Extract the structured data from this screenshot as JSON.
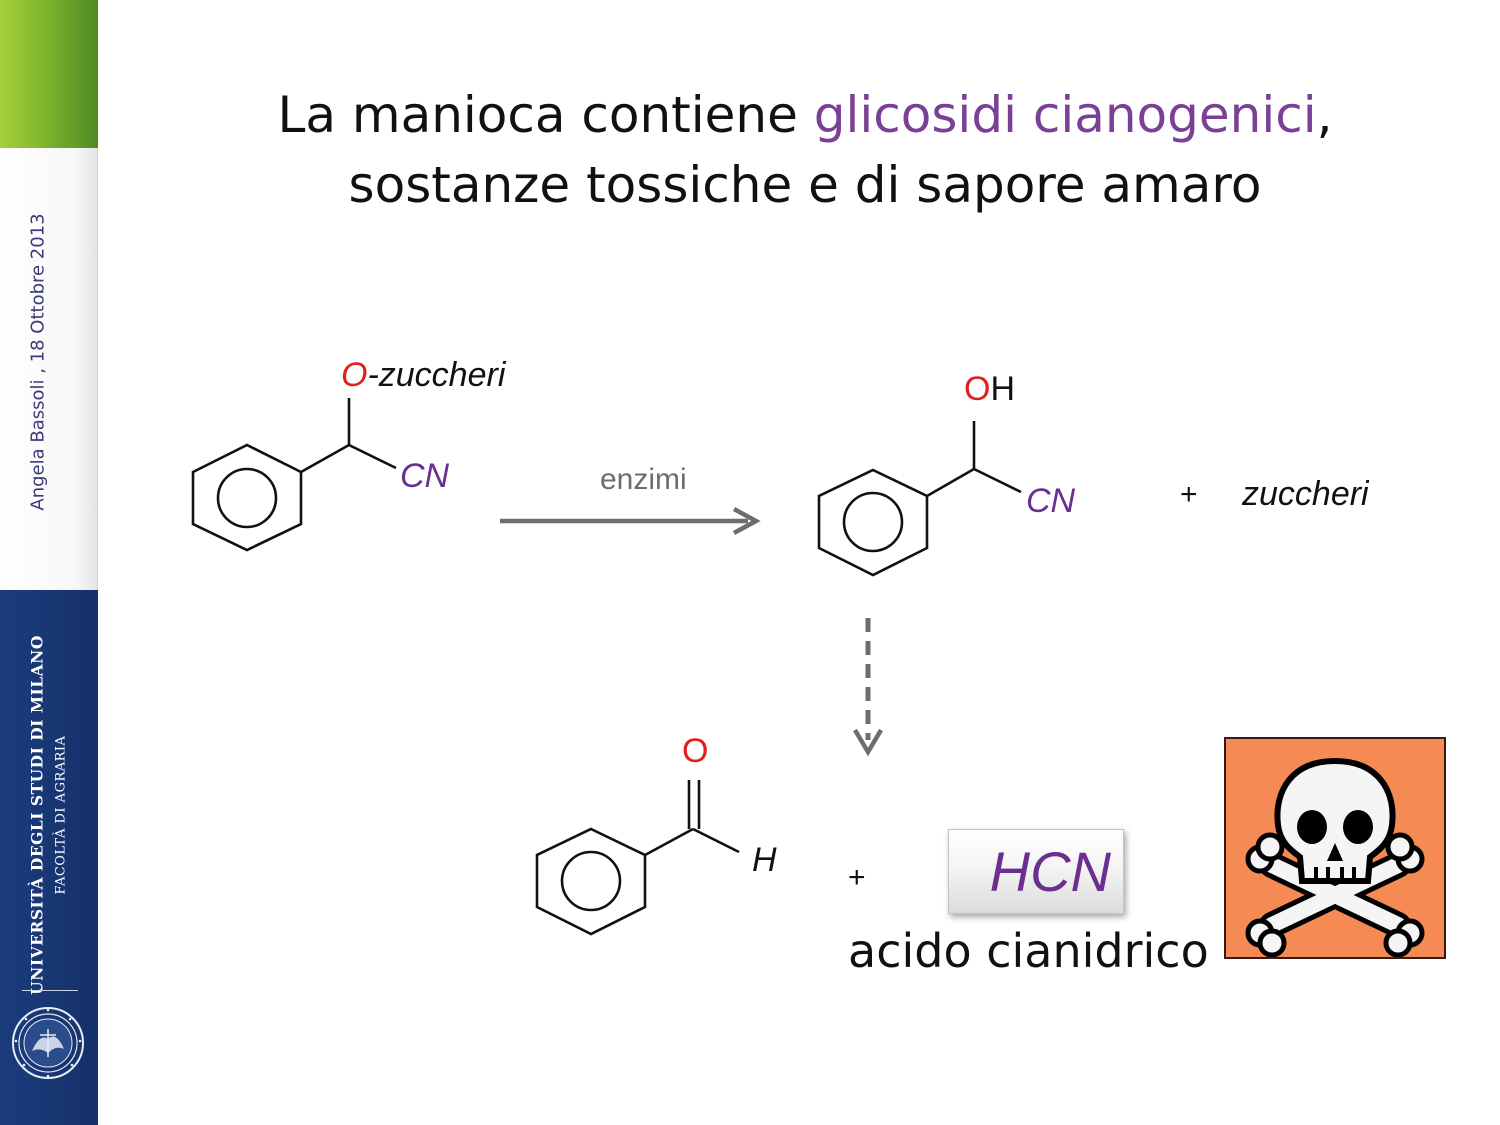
{
  "sidebar": {
    "author_date": "Angela Bassoli   , 18 Ottobre 2013",
    "university": "UNIVERSITÀ DEGLI STUDI DI MILANO",
    "faculty": "FACOLTÀ DI AGRARIA",
    "seal_icon": "university-seal-icon"
  },
  "title": {
    "line1_start": "La manioca contiene ",
    "line1_highlight": "glicosidi cianogenici",
    "line1_end": ",",
    "line2": "sostanze tossiche e di sapore amaro",
    "highlight_color": "#7a3f96"
  },
  "reaction": {
    "reactant": {
      "o_atom": "O",
      "o_substituent": "-zuccheri",
      "cn_group": "CN"
    },
    "arrow_label": "enzimi",
    "product": {
      "o_atom": "O",
      "h_atom": "H",
      "cn_group": "CN"
    },
    "plus_1": "+",
    "byproduct": "zuccheri",
    "benzaldehyde": {
      "o_atom": "O",
      "h_atom": "H"
    },
    "plus_2": "+",
    "hcn_label": "HCN",
    "hcn_name": "acido cianidrico",
    "hazard_icon": "skull-crossbones-icon",
    "colors": {
      "oxygen": "#e0201c",
      "cn": "#6a2f90",
      "arrow": "#6d6d6d",
      "hazard_bg": "#f58a55"
    }
  }
}
